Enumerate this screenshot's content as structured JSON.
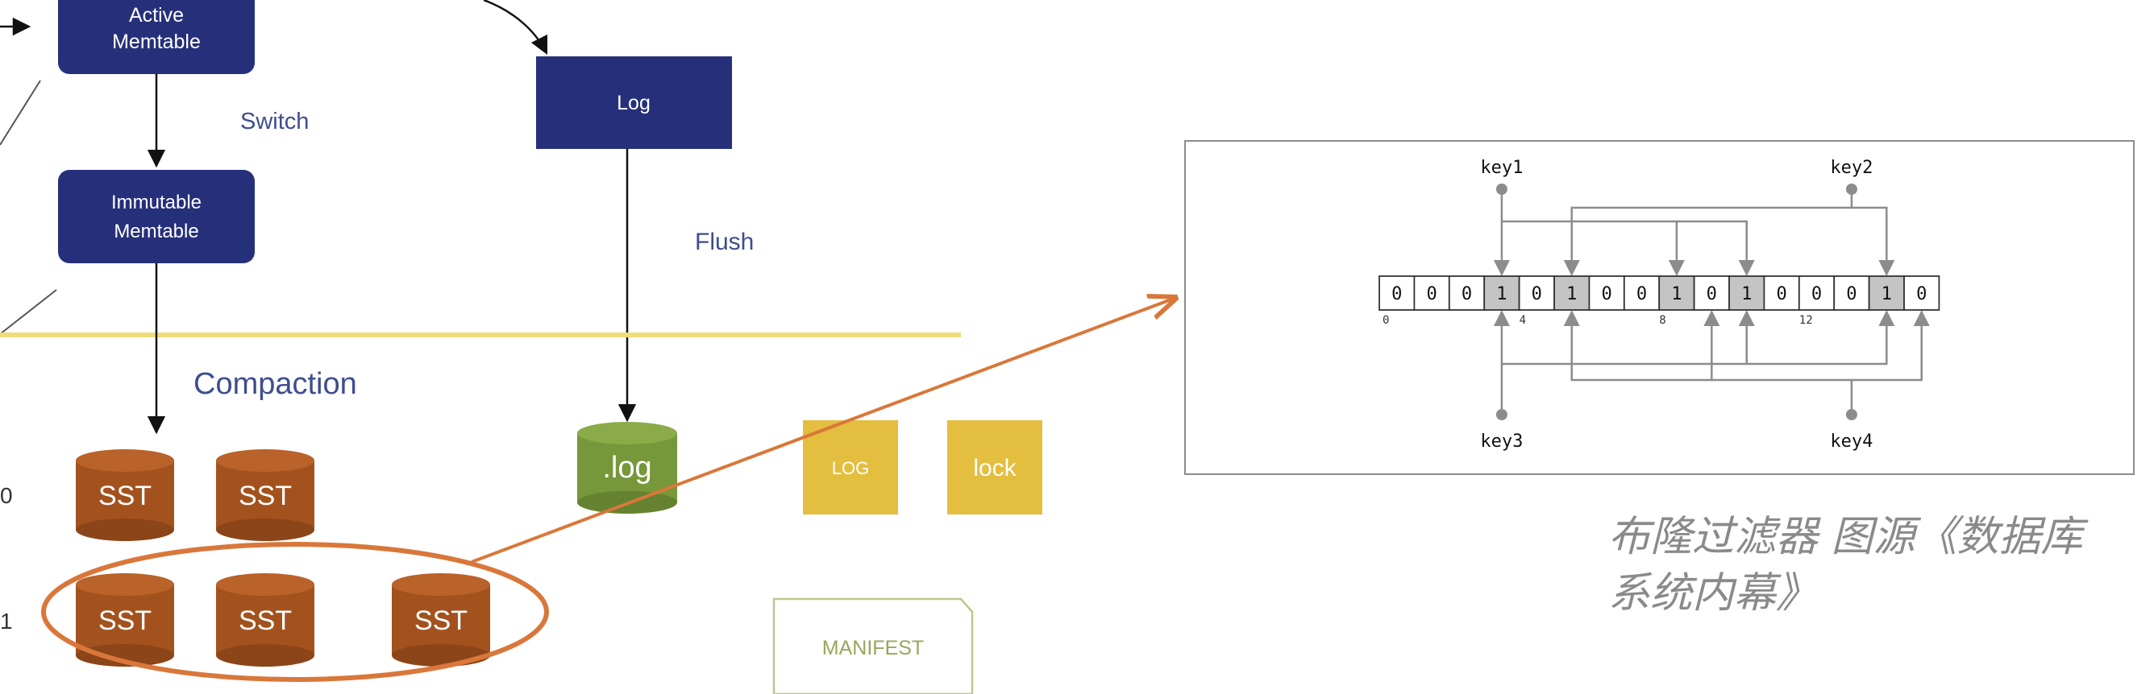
{
  "lsm": {
    "active_memtable": [
      "Active",
      "Memtable"
    ],
    "immutable_memtable": [
      "Immutable",
      "Memtable"
    ],
    "log_box": "Log",
    "switch_label": "Switch",
    "flush_label": "Flush",
    "compaction_label": "Compaction",
    "level_labels": [
      "0",
      "1"
    ],
    "sst_label": "SST",
    "log_file": ".log",
    "log_upper": "LOG",
    "lock": "lock",
    "manifest": "MANIFEST"
  },
  "bloom": {
    "bits": [
      "0",
      "0",
      "0",
      "1",
      "0",
      "1",
      "0",
      "0",
      "1",
      "0",
      "1",
      "0",
      "0",
      "0",
      "1",
      "0"
    ],
    "index_labels": [
      "0",
      "4",
      "8",
      "12"
    ],
    "keys": [
      "key1",
      "key2",
      "key3",
      "key4"
    ]
  },
  "caption": "布隆过滤器 图源《数据库系统内幕》",
  "colors": {
    "navy": "#26307a",
    "sst_brown": "#a3521e",
    "log_green": "#76973a",
    "file_yellow": "#e4be3e",
    "highlight_orange": "#d9773a",
    "divider_yellow": "#f0dc78",
    "label_blue": "#3f4d8e",
    "bloom_gray": "#8c8c8c",
    "bit_set_fill": "#c4c4c4"
  }
}
